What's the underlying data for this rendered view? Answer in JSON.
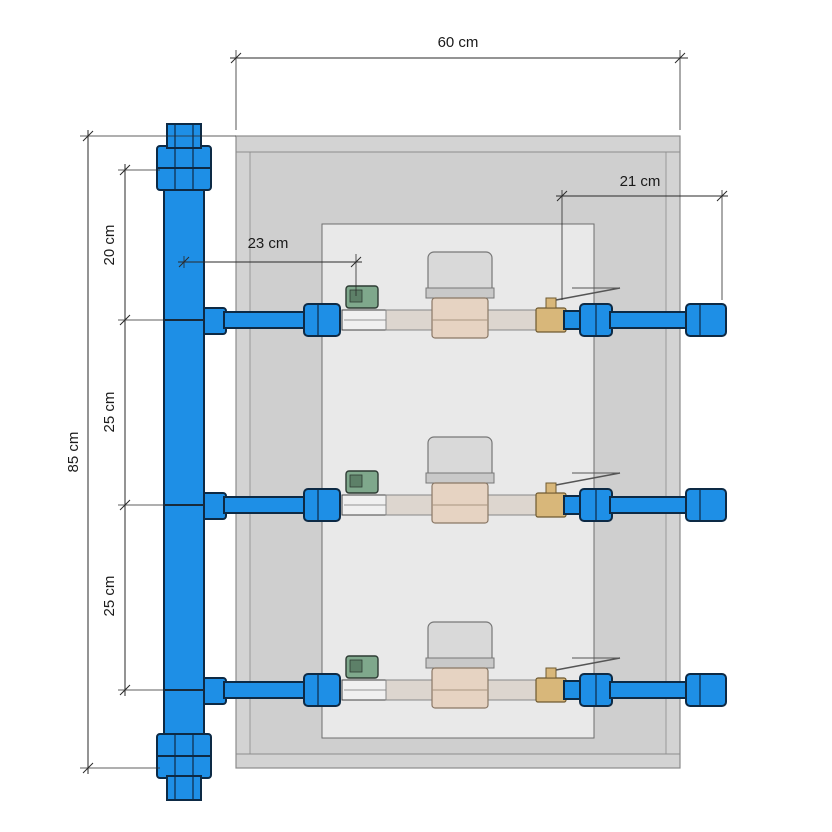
{
  "dimensions": {
    "width_top": "60 cm",
    "offset_right": "21 cm",
    "offset_left": "23 cm",
    "height_total": "85 cm",
    "spacing_top": "20 cm",
    "spacing_middle": "25 cm",
    "spacing_bottom": "25 cm"
  },
  "colors": {
    "pipe": "#1e8fe6",
    "pipe_outline": "#0d2a45",
    "cabinet": "#d3d3d3",
    "panel": "#e9e9e9",
    "meter_body": "#e6d3c2",
    "valve_brass": "#d8b77a",
    "actuator_green": "#7fa88c"
  },
  "meter_rows": [
    {
      "id": "meter-row-1"
    },
    {
      "id": "meter-row-2"
    },
    {
      "id": "meter-row-3"
    }
  ]
}
